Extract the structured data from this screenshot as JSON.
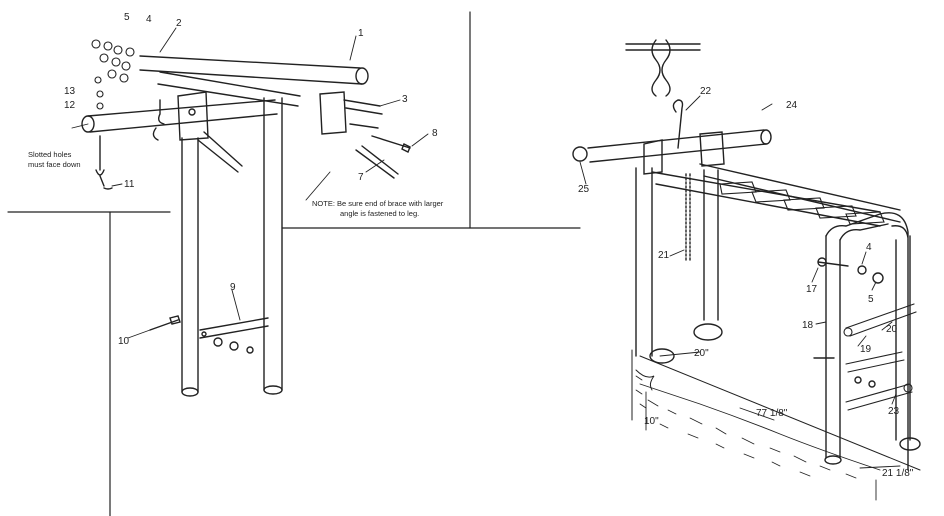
{
  "left_figure": {
    "callouts": {
      "c1": "1",
      "c2": "2",
      "c3": "3",
      "c4": "4",
      "c5": "5",
      "c7": "7",
      "c8": "8",
      "c9": "9",
      "c10": "10",
      "c11": "11",
      "c12": "12",
      "c13": "13"
    },
    "annotation": [
      "Slotted holes",
      "must face down"
    ],
    "note": [
      "NOTE: Be sure end of brace with larger",
      "angle is fastened to leg."
    ]
  },
  "right_figure": {
    "callouts": {
      "c4": "4",
      "c5": "5",
      "c17": "17",
      "c18": "18",
      "c19": "19",
      "c20": "20",
      "c21": "21",
      "c22": "22",
      "c23": "23",
      "c24": "24",
      "c25": "25"
    },
    "dimensions": {
      "d20": "20\"",
      "d10": "10\"",
      "d77": "77 1/8\"",
      "d21": "21 1/8\""
    }
  }
}
